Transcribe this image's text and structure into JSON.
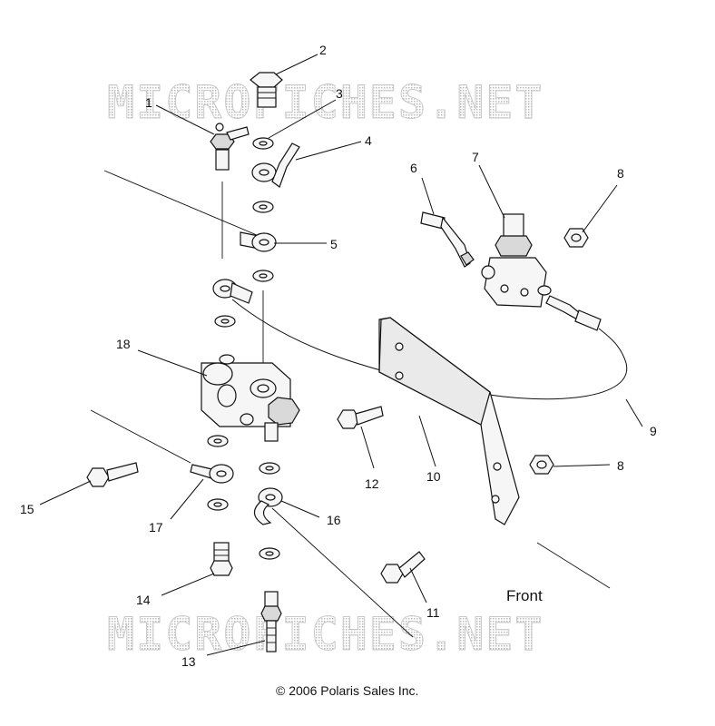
{
  "watermark_text": "MICROFICHES.NET",
  "front_label": "Front",
  "copyright": "© 2006 Polaris Sales Inc.",
  "callouts": {
    "c1": "1",
    "c2": "2",
    "c3": "3",
    "c4": "4",
    "c5": "5",
    "c6": "6",
    "c7": "7",
    "c8a": "8",
    "c8b": "8",
    "c9": "9",
    "c10": "10",
    "c11": "11",
    "c12": "12",
    "c13": "13",
    "c14": "14",
    "c15": "15",
    "c16": "16",
    "c17": "17",
    "c18": "18"
  }
}
